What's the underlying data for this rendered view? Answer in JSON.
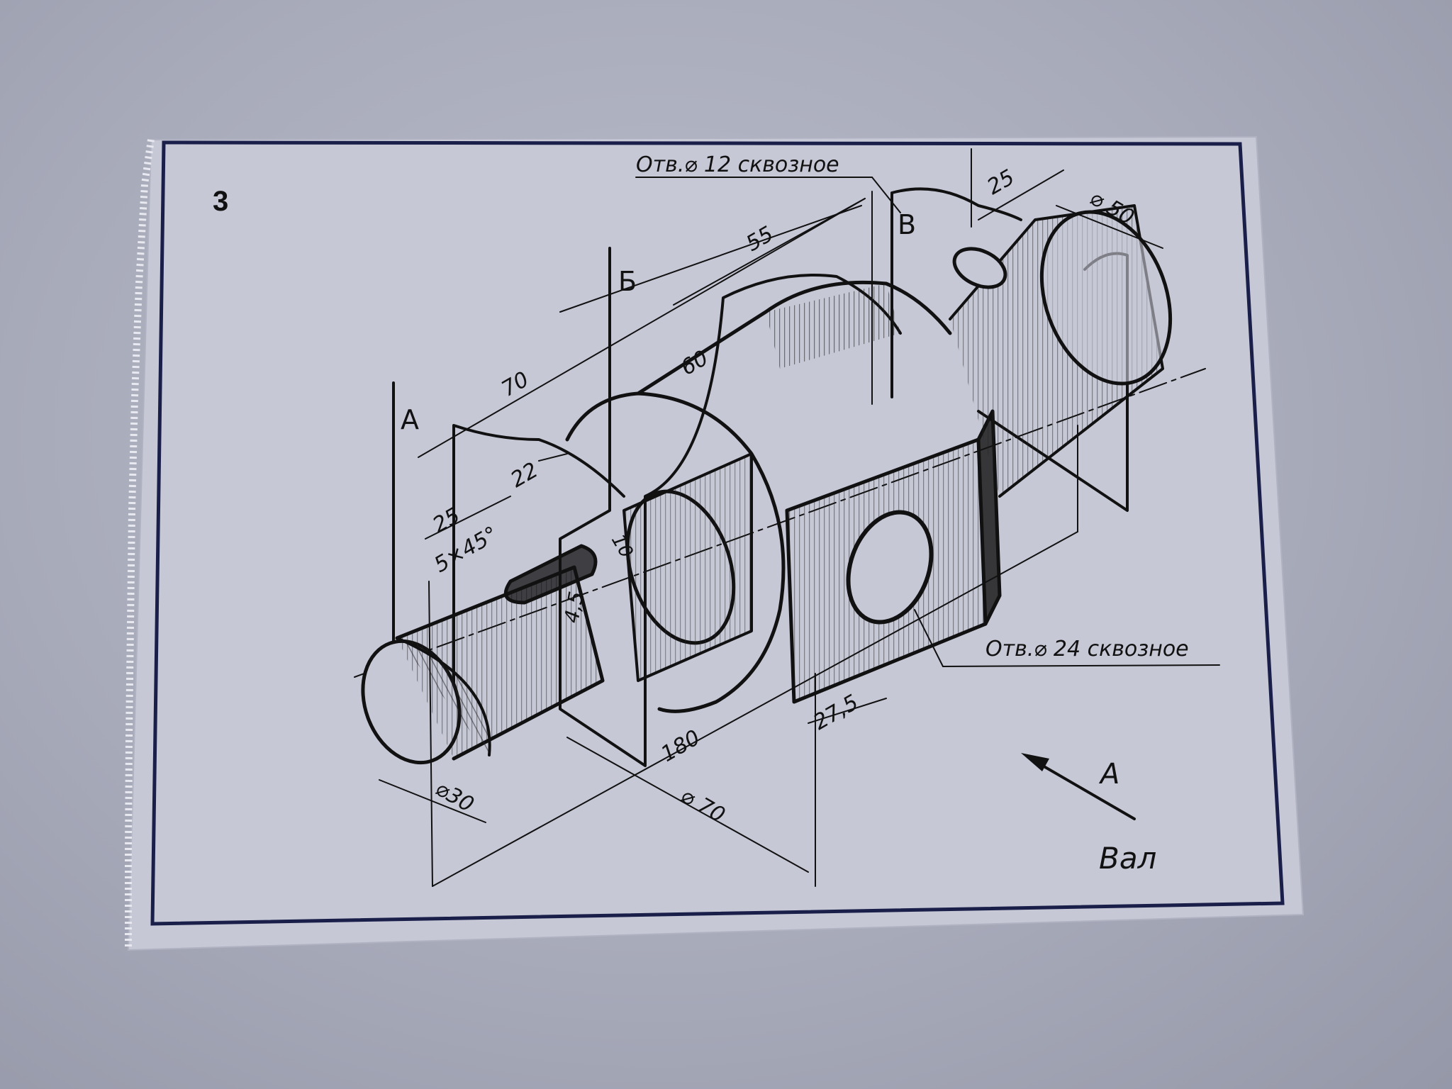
{
  "sheet": {
    "number": "3",
    "title": "Вал",
    "view_arrow_label": "А"
  },
  "planes": {
    "a": "А",
    "b": "Б",
    "v": "В"
  },
  "notes": {
    "hole_12": "Отв.⌀ 12 сквозное",
    "hole_24": "Отв.⌀ 24 сквозное"
  },
  "dimensions": {
    "d25_top": "25",
    "d50": "⌀ 50",
    "d55": "55",
    "d70": "70",
    "d60": "60",
    "d22": "22",
    "d25_left": "25",
    "chamfer": "5×45°",
    "d10": "10",
    "d45": "4,5",
    "d27_5": "27,5",
    "d180": "180",
    "dia70": "⌀ 70",
    "dia30": "⌀30"
  },
  "colors": {
    "ink": "#111111",
    "paper": "#c8cad8",
    "border": "#1a1f4a"
  }
}
